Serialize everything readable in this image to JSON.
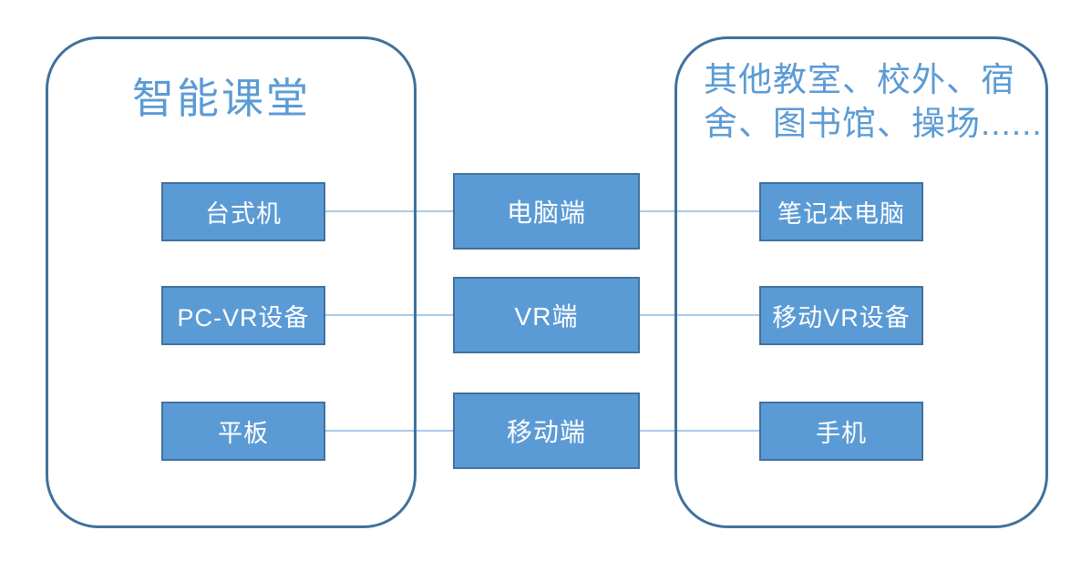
{
  "diagram": {
    "left_container": {
      "title": "智能课堂",
      "nodes": [
        {
          "label": "台式机"
        },
        {
          "label": "PC-VR设备"
        },
        {
          "label": "平板"
        }
      ]
    },
    "center_nodes": [
      {
        "label": "电脑端"
      },
      {
        "label": "VR端"
      },
      {
        "label": "移动端"
      }
    ],
    "right_container": {
      "title": "其他教室、校外、宿舍、图书馆、操场......",
      "title_lines": [
        "其他教室、校外、宿",
        "舍、图书馆、操场......"
      ],
      "nodes": [
        {
          "label": "笔记本电脑"
        },
        {
          "label": "移动VR设备"
        },
        {
          "label": "手机"
        }
      ]
    },
    "colors": {
      "node_fill": "#5B9BD5",
      "node_border": "#41719C",
      "container_border": "#41719C",
      "title_text": "#5B9BD5",
      "node_text": "#FFFFFF",
      "connector_line": "#A9C9EA",
      "background": "#FFFFFF"
    }
  }
}
